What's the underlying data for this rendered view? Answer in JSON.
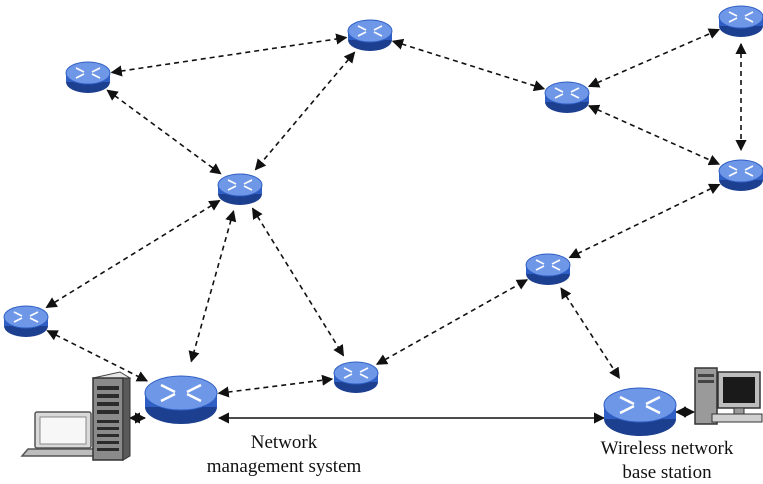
{
  "labels": {
    "nms_line1": "Network",
    "nms_line2": "management system",
    "wireless_line1": "Wireless network",
    "wireless_line2": "base station"
  },
  "colors": {
    "router_top": "#6f97e8",
    "router_body": "#2f5fc4",
    "router_dark": "#1c3f8f",
    "link": "#111111"
  },
  "icons": {
    "router": "router-icon",
    "laptop": "laptop-icon",
    "server": "server-rack-icon",
    "workstation": "workstation-icon"
  }
}
